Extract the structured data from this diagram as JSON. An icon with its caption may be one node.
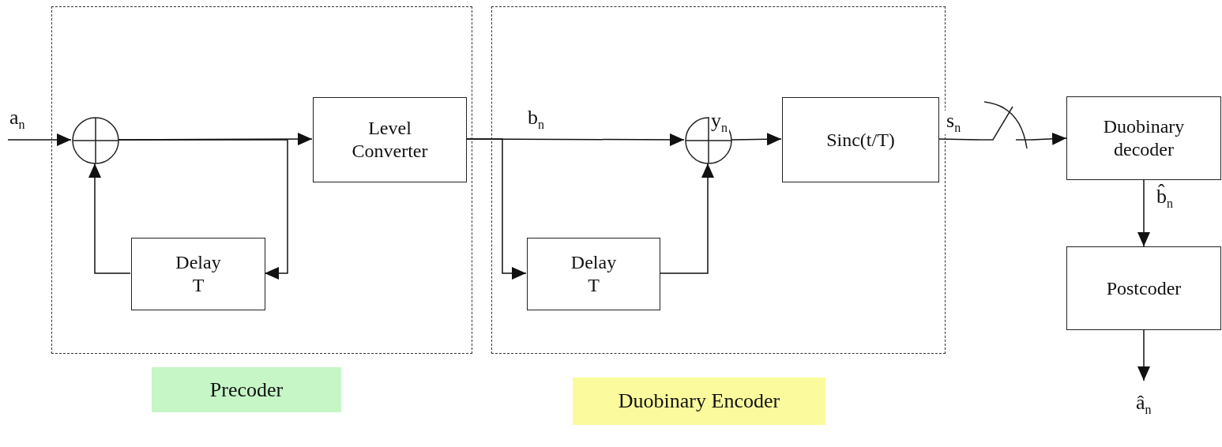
{
  "diagram": {
    "nodes": [
      {
        "text": [],
        "shape": "box"
      },
      {
        "text": [],
        "shape": "circle",
        "in": 0
      },
      {
        "text": [
          "Level Converter"
        ],
        "in": 0
      },
      {
        "text": [
          "Delay T"
        ],
        "in": 0
      },
      {
        "text": [
          "Precoder"
        ]
      },
      {
        "text": [],
        "shape": "box"
      },
      {
        "text": [],
        "shape": "circle",
        "in": 5
      },
      {
        "text": [
          "Delay T"
        ],
        "in": 5
      },
      {
        "text": [
          "Sinc(t/T)"
        ],
        "in": 5
      },
      {
        "text": [
          "Duobinary Encoder"
        ]
      },
      {
        "text": [],
        "shape": "picture"
      },
      {
        "text": [
          "Duobinary decoder"
        ]
      },
      {
        "text": [
          "Postcoder"
        ]
      }
    ],
    "edges": [
      {
        "from": null,
        "to": 1,
        "arrow": "to",
        "label": "a$_{n}$"
      },
      {
        "from": 1,
        "to": 2,
        "arrow": "to"
      },
      {
        "from": 1,
        "to": 3,
        "arrow": "to"
      },
      {
        "from": 3,
        "to": 1,
        "arrow": "to"
      },
      {
        "from": 2,
        "to": 6,
        "arrow": "to",
        "label": "b$_{n}$"
      },
      {
        "from": 2,
        "to": 7,
        "arrow": "to"
      },
      {
        "from": 7,
        "to": 6,
        "arrow": "to"
      },
      {
        "from": 6,
        "to": 8,
        "arrow": "to",
        "label": "y$_{n}$"
      },
      {
        "from": 8,
        "to": 10,
        "arrow": "none",
        "label": "s$_{n}$"
      },
      {
        "from": 10,
        "to": 11,
        "arrow": "to"
      },
      {
        "from": 11,
        "to": 12,
        "arrow": "to",
        "label": "b̂$_{n}$"
      },
      {
        "from": 12,
        "to": null,
        "arrow": "to",
        "label": "â$_{n}$"
      }
    ]
  }
}
